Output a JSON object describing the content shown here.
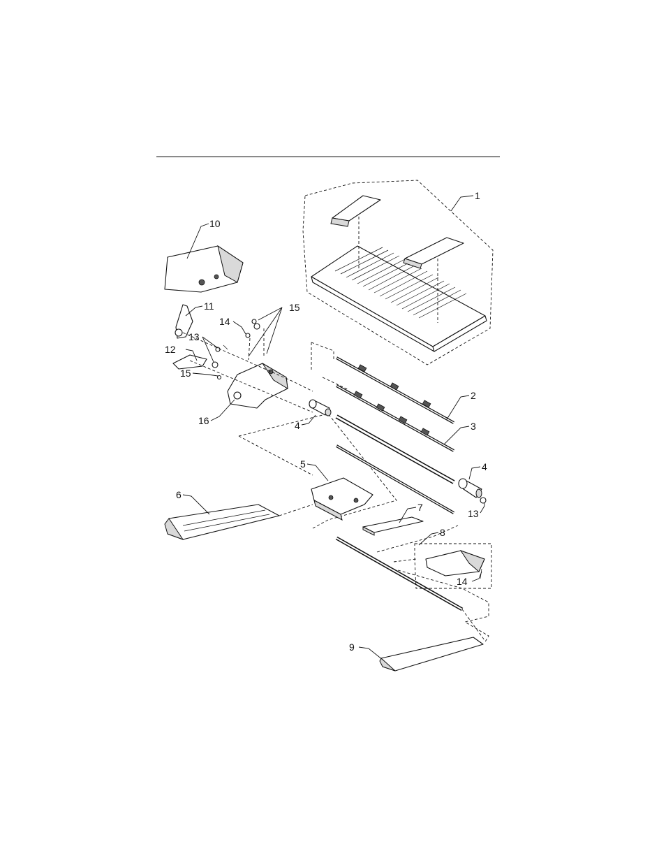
{
  "callouts": {
    "c1": "1",
    "c2": "2",
    "c3": "3",
    "c4a": "4",
    "c4b": "4",
    "c5": "5",
    "c6": "6",
    "c7": "7",
    "c8": "8",
    "c9": "9",
    "c10": "10",
    "c11": "11",
    "c12": "12",
    "c13a": "13",
    "c13b": "13",
    "c14a": "14",
    "c14b": "14",
    "c15a": "15",
    "c15b": "15",
    "c16": "16"
  }
}
